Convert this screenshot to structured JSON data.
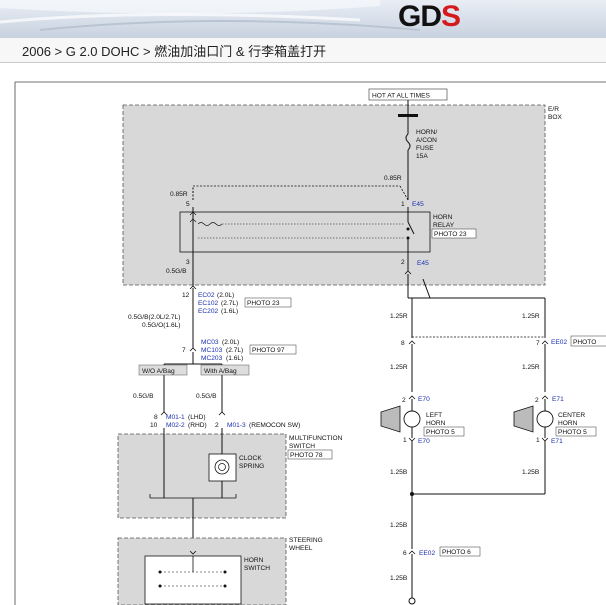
{
  "header": {
    "logo_main": "GD",
    "logo_accent": "S",
    "breadcrumb": "2006 > G 2.0 DOHC > 燃油加油口门 & 行李箱盖打开"
  },
  "diagram": {
    "hot": "HOT AT ALL TIMES",
    "er_box": [
      "E/R",
      "BOX"
    ],
    "fuse": [
      "HORN/",
      "A/CON",
      "FUSE",
      "15A"
    ],
    "w085r_top": "0.85R",
    "w085r_left": "0.85R",
    "pin5": "5",
    "pin1": "1",
    "e45_top": "E45",
    "relay": [
      "HORN",
      "RELAY"
    ],
    "photo23": "PHOTO 23",
    "pin3": "3",
    "pin2": "2",
    "e45_bot": "E45",
    "w05gb": "0.5G/B",
    "pin12": "12",
    "ec02": "EC02",
    "ec02_v": "(2.0L)",
    "ec102": "EC102",
    "ec102_v": "(2.7L)",
    "photo23b": "PHOTO 23",
    "ec202": "EC202",
    "ec202_v": "(1.6L)",
    "w_gb_27": "0.5G/B(2.0L/2.7L)",
    "w_go_16": "0.5G/O(1.6L)",
    "pin7": "7",
    "mc03": "MC03",
    "mc03_v": "(2.0L)",
    "mc103": "MC103",
    "mc103_v": "(2.7L)",
    "photo97": "PHOTO 97",
    "mc203": "MC203",
    "mc203_v": "(1.6L)",
    "wo_abag": "W/O A/Bag",
    "with_abag": "With A/Bag",
    "w05gb_l": "0.5G/B",
    "w05gb_r": "0.5G/B",
    "pin8": "8",
    "pin10": "10",
    "pin2b": "2",
    "m01_1": "M01-1",
    "m01_1v": "(LHD)",
    "m02_2": "M02-2",
    "m02_2v": "(RHD)",
    "m01_3": "M01-3",
    "m01_3v": "(REMOCON SW)",
    "mfs": [
      "MULTIFUNCTION",
      "SWITCH"
    ],
    "photo78": "PHOTO 78",
    "clock": [
      "CLOCK",
      "SPRING"
    ],
    "steering": [
      "STEERING",
      "WHEEL"
    ],
    "horn_sw": [
      "HORN",
      "SWITCH"
    ],
    "w125r_1": "1.25R",
    "w125r_2": "1.25R",
    "pin8b": "8",
    "pin7b": "7",
    "ee02": "EE02",
    "photo_trunc": "PHOTO",
    "w125r_3": "1.25R",
    "w125r_4": "1.25R",
    "pin2c": "2",
    "e70a": "E70",
    "pin2d": "2",
    "e71a": "E71",
    "left_horn": [
      "LEFT",
      "HORN"
    ],
    "photo5a": "PHOTO 5",
    "center_horn": [
      "CENTER",
      "HORN"
    ],
    "photo5b": "PHOTO 5",
    "pin1a": "1",
    "e70b": "E70",
    "pin1b": "1",
    "e71b": "E71",
    "w125b_1": "1.25B",
    "w125b_2": "1.25B",
    "w125b_3": "1.25B",
    "pin6": "6",
    "ee02b": "EE02",
    "photo6": "PHOTO 6",
    "w125b_4": "1.25B"
  }
}
